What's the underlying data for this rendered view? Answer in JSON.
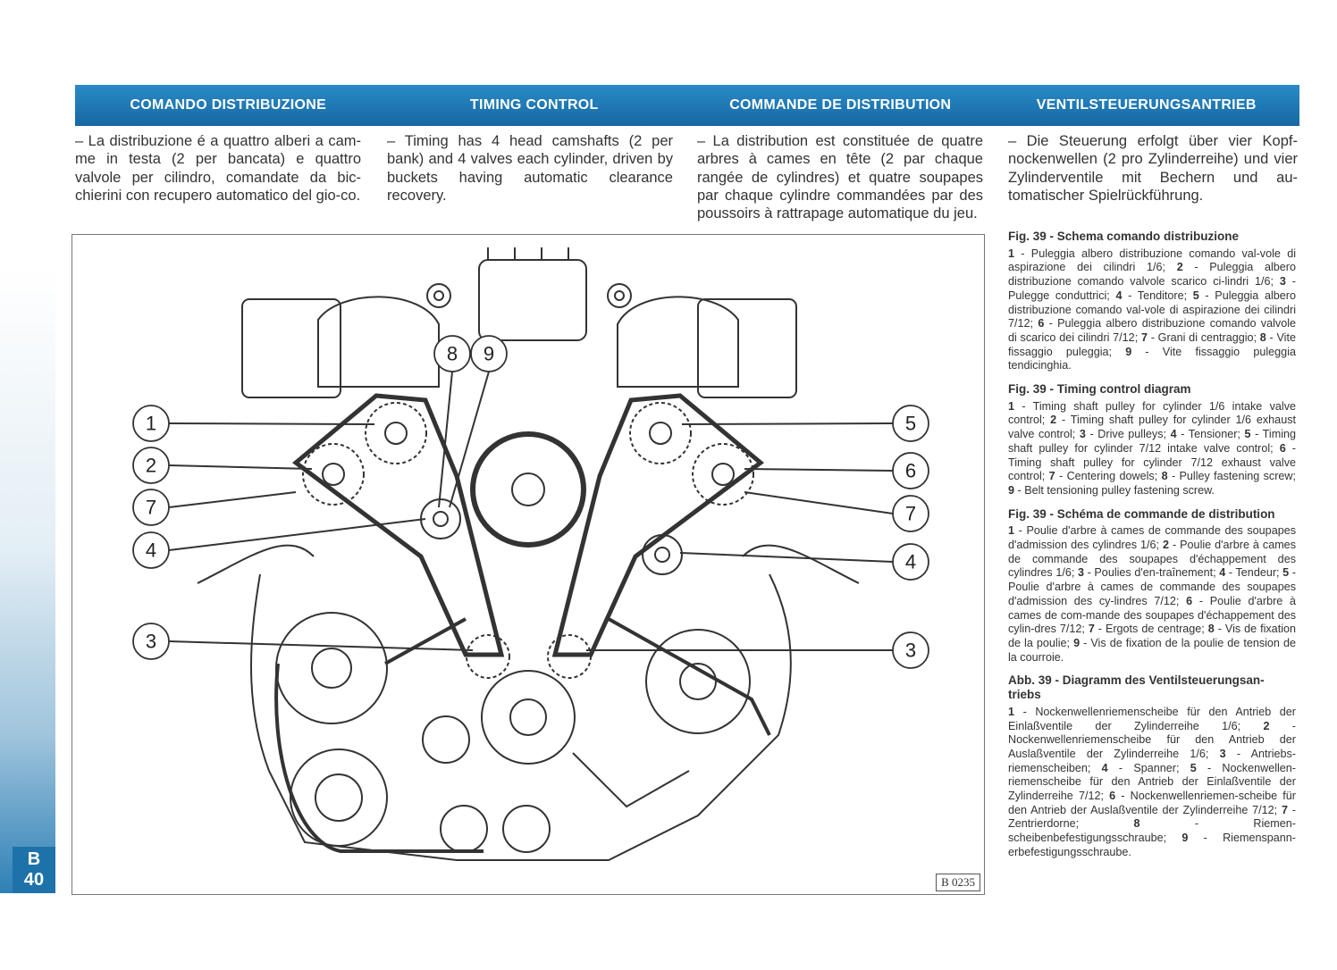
{
  "headers": [
    "COMANDO DISTRIBUZIONE",
    "TIMING CONTROL",
    "COMMANDE DE DISTRIBUTION",
    "VENTILSTEUERUNGSANTRIEB"
  ],
  "intro": {
    "it": "– La distribuzione é a quattro alberi a cam-me in testa (2 per bancata) e quattro valvole per cilindro, comandate da bic-chierini con recupero automatico del gio-co.",
    "en": "– Timing has 4 head camshafts (2 per bank) and 4 valves each cylinder, driven by buckets having automatic clearance recovery.",
    "fr": "– La distribution est constituée de quatre arbres à cames en tête (2 par chaque rangée de cylindres) et quatre soupapes par chaque cylindre commandées par des poussoirs à rattrapage automatique du jeu.",
    "de": "– Die Steuerung erfolgt über vier Kopf-nockenwellen (2 pro Zylinderreihe) und vier Zylinderventile mit Bechern und au-tomatischer Spielrückführung."
  },
  "page_tab": {
    "section": "B",
    "number": "40"
  },
  "figure": {
    "code": "B 0235",
    "callouts_left": [
      "1",
      "2",
      "7",
      "4",
      "3"
    ],
    "callouts_right": [
      "5",
      "6",
      "7",
      "4",
      "3"
    ],
    "callouts_top": [
      "8",
      "9"
    ]
  },
  "captions": [
    {
      "title": "Fig. 39 - Schema comando distribuzione",
      "items": [
        {
          "n": "1",
          "t": "Puleggia albero distribuzione comando val-vole di aspirazione dei cilindri 1/6;"
        },
        {
          "n": "2",
          "t": "Puleggia albero distribuzione comando valvole scarico ci-lindri 1/6;"
        },
        {
          "n": "3",
          "t": "Pulegge conduttrici;"
        },
        {
          "n": "4",
          "t": "Tenditore;"
        },
        {
          "n": "5",
          "t": "Puleggia albero distribuzione comando val-vole di aspirazione dei cilindri 7/12;"
        },
        {
          "n": "6",
          "t": "Puleggia albero distribuzione comando valvole di scarico dei cilindri 7/12;"
        },
        {
          "n": "7",
          "t": "Grani di centraggio;"
        },
        {
          "n": "8",
          "t": "Vite fissaggio puleggia;"
        },
        {
          "n": "9",
          "t": "Vite fissaggio puleggia tendicinghia."
        }
      ]
    },
    {
      "title": "Fig. 39 - Timing control diagram",
      "items": [
        {
          "n": "1",
          "t": "Timing shaft pulley for cylinder 1/6 intake valve control;"
        },
        {
          "n": "2",
          "t": "Timing shaft pulley for cylinder 1/6 exhaust valve control;"
        },
        {
          "n": "3",
          "t": "Drive pulleys;"
        },
        {
          "n": "4",
          "t": "Tensioner;"
        },
        {
          "n": "5",
          "t": "Timing shaft pulley for cylinder 7/12 intake valve control;"
        },
        {
          "n": "6",
          "t": "Timing shaft pulley for cylinder 7/12 exhaust valve control;"
        },
        {
          "n": "7",
          "t": "Centering dowels;"
        },
        {
          "n": "8",
          "t": "Pulley fastening screw;"
        },
        {
          "n": "9",
          "t": "Belt tensioning pulley fastening screw."
        }
      ]
    },
    {
      "title": "Fig. 39 - Schéma de commande de distribution",
      "items": [
        {
          "n": "1",
          "t": "Poulie d'arbre à cames de commande des soupapes d'admission des cylindres 1/6;"
        },
        {
          "n": "2",
          "t": "Poulie d'arbre à cames de commande des soupapes d'échappement des cylindres 1/6;"
        },
        {
          "n": "3",
          "t": "Poulies d'en-traînement;"
        },
        {
          "n": "4",
          "t": "Tendeur;"
        },
        {
          "n": "5",
          "t": "Poulie d'arbre à cames de commande des soupapes d'admission des cy-lindres 7/12;"
        },
        {
          "n": "6",
          "t": "Poulie d'arbre à cames de com-mande des soupapes d'échappement des cylin-dres 7/12;"
        },
        {
          "n": "7",
          "t": "Ergots de centrage;"
        },
        {
          "n": "8",
          "t": "Vis de fixation de la poulie;"
        },
        {
          "n": "9",
          "t": "Vis de fixation de la poulie de tension de la courroie."
        }
      ]
    },
    {
      "title": "Abb. 39 - Diagramm des Ventilsteuerungsan-triebs",
      "items": [
        {
          "n": "1",
          "t": "Nockenwellenriemenscheibe für den Antrieb der Einlaßventile der Zylinderreihe 1/6;"
        },
        {
          "n": "2",
          "t": "Nockenwellenriemenscheibe für den Antrieb der Auslaßventile der Zylinderreihe 1/6;"
        },
        {
          "n": "3",
          "t": "Antriebs-riemenscheiben;"
        },
        {
          "n": "4",
          "t": "Spanner;"
        },
        {
          "n": "5",
          "t": "Nockenwellen-riemenscheibe für den Antrieb der Einlaßventile der Zylinderreihe 7/12;"
        },
        {
          "n": "6",
          "t": "Nockenwellenriemen-scheibe für den Antrieb der Auslaßventile der Zylinderreihe 7/12;"
        },
        {
          "n": "7",
          "t": "Zentrierdorne;"
        },
        {
          "n": "8",
          "t": "Riemen-scheibenbefestigungsschraube;"
        },
        {
          "n": "9",
          "t": "Riemenspann-erbefestigungsschraube."
        }
      ]
    }
  ]
}
